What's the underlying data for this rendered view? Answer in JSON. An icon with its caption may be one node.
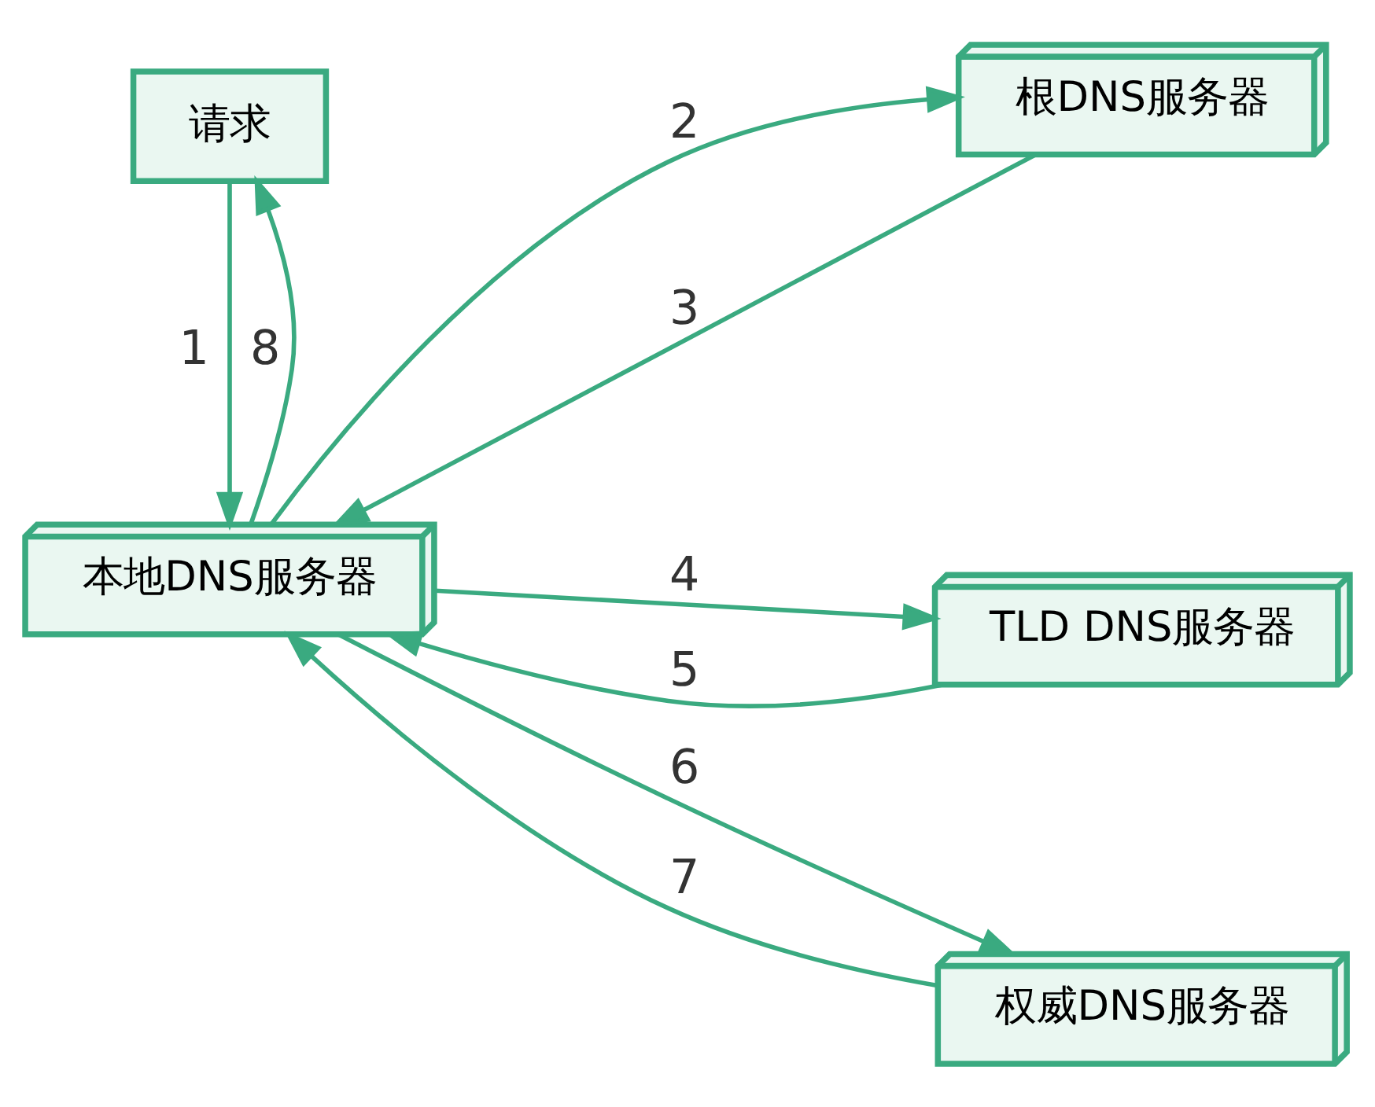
{
  "diagram": {
    "nodes": [
      {
        "text": [
          "本地DNS服务器"
        ]
      },
      {
        "text": [
          "根DNS服务器"
        ]
      },
      {
        "text": [
          "TLD DNS服务器"
        ]
      },
      {
        "text": [
          "权威DNS服务器"
        ]
      },
      {
        "text": [
          "请求"
        ]
      }
    ],
    "edges": [
      {
        "from": 4,
        "to": 0,
        "arrow": "to",
        "label": "1"
      },
      {
        "from": 0,
        "to": 1,
        "arrow": "to",
        "label": "2"
      },
      {
        "from": 1,
        "to": 0,
        "arrow": "to",
        "label": "3"
      },
      {
        "from": 0,
        "to": 2,
        "arrow": "to",
        "label": "4"
      },
      {
        "from": 2,
        "to": 0,
        "arrow": "to",
        "label": "5"
      },
      {
        "from": 0,
        "to": 3,
        "arrow": "to",
        "label": "6"
      },
      {
        "from": 3,
        "to": 0,
        "arrow": "to",
        "label": "7"
      },
      {
        "from": 0,
        "to": 4,
        "arrow": "to",
        "label": "8"
      }
    ]
  }
}
